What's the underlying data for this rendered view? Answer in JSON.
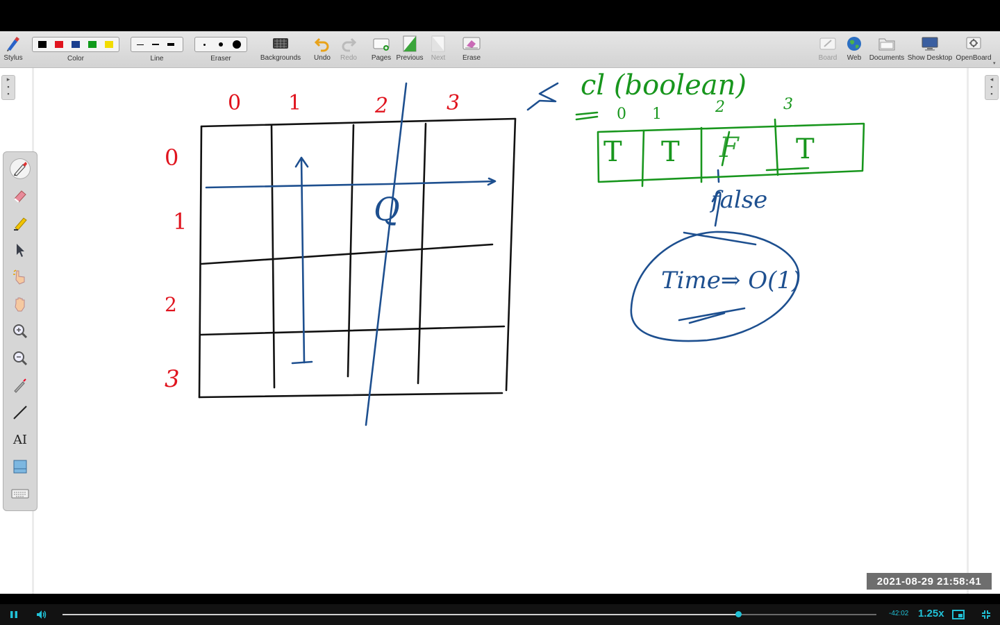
{
  "toolbar": {
    "stylus_label": "Stylus",
    "color_label": "Color",
    "line_label": "Line",
    "eraser_label": "Eraser",
    "backgrounds_label": "Backgrounds",
    "undo_label": "Undo",
    "redo_label": "Redo",
    "pages_label": "Pages",
    "previous_label": "Previous",
    "next_label": "Next",
    "erase_label": "Erase",
    "board_label": "Board",
    "web_label": "Web",
    "documents_label": "Documents",
    "show_desktop_label": "Show Desktop",
    "openboard_label": "OpenBoard",
    "colors": [
      "#000000",
      "#e0141e",
      "#1a3f8f",
      "#0f9a1a",
      "#f2dc00"
    ]
  },
  "palette": {
    "tools": [
      "pen-tool",
      "eraser-tool",
      "marker-tool",
      "selector-tool",
      "interact-tool",
      "hand-tool",
      "zoom-in-tool",
      "zoom-out-tool",
      "laser-pointer-tool",
      "line-tool",
      "text-tool",
      "capture-tool",
      "keyboard-tool"
    ]
  },
  "board": {
    "grid_cols": [
      "0",
      "1",
      "2",
      "3"
    ],
    "grid_rows": [
      "0",
      "1",
      "2",
      "3"
    ],
    "cell_label": "Q",
    "array_title": "cl (boolean)",
    "array_indices": [
      "0",
      "1",
      "2",
      "3"
    ],
    "array_values": [
      "T",
      "T",
      "F",
      "T"
    ],
    "false_note": "false",
    "complexity_note": "Time⇒ O(1)",
    "ink_colors": {
      "red": "#e0141e",
      "blue": "#1d4f8f",
      "green": "#18961d",
      "black": "#111111"
    }
  },
  "timestamp": "2021-08-29  21:58:41",
  "player": {
    "time_remaining": "-42:02",
    "speed": "1.25x",
    "progress": 0.83
  }
}
